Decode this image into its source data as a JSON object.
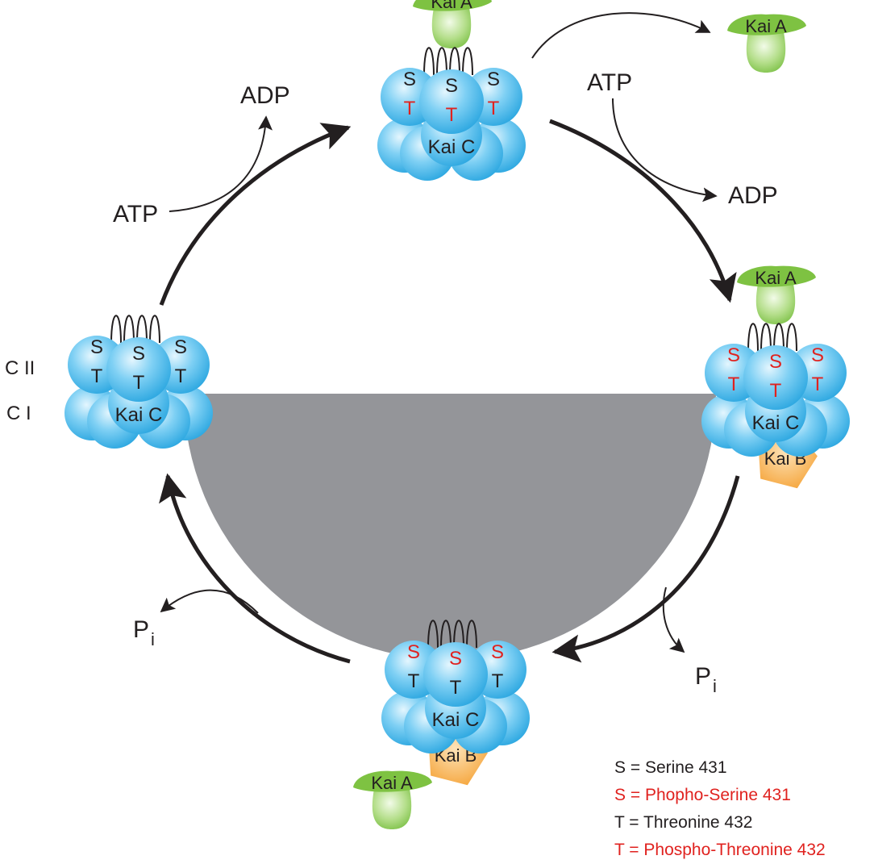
{
  "colors": {
    "black": "#231f20",
    "red": "#e0221f",
    "kaic_blue": "#29a9e1",
    "kaia_green": "#7ec242",
    "kaib_orange": "#f7a437",
    "night_grey": "#949599"
  },
  "domain_labels": {
    "cii": "C II",
    "ci": "C I"
  },
  "cycle": {
    "top": {
      "kaia": "Kai A",
      "kaic": "Kai C",
      "residues": [
        {
          "s": "S",
          "t": "T",
          "s_state": "unphosphorylated",
          "t_state": "phosphorylated"
        },
        {
          "s": "S",
          "t": "T",
          "s_state": "unphosphorylated",
          "t_state": "phosphorylated"
        },
        {
          "s": "S",
          "t": "T",
          "s_state": "unphosphorylated",
          "t_state": "phosphorylated"
        }
      ]
    },
    "right": {
      "kaia": "Kai A",
      "kaic": "Kai C",
      "kaib": "Kai B",
      "residues": [
        {
          "s": "S",
          "t": "T",
          "s_state": "phosphorylated",
          "t_state": "phosphorylated"
        },
        {
          "s": "S",
          "t": "T",
          "s_state": "phosphorylated",
          "t_state": "phosphorylated"
        },
        {
          "s": "S",
          "t": "T",
          "s_state": "phosphorylated",
          "t_state": "phosphorylated"
        }
      ]
    },
    "bottom": {
      "kaic": "Kai C",
      "kaib": "Kai B",
      "residues": [
        {
          "s": "S",
          "t": "T",
          "s_state": "phosphorylated",
          "t_state": "unphosphorylated"
        },
        {
          "s": "S",
          "t": "T",
          "s_state": "phosphorylated",
          "t_state": "unphosphorylated"
        },
        {
          "s": "S",
          "t": "T",
          "s_state": "phosphorylated",
          "t_state": "unphosphorylated"
        }
      ]
    },
    "left": {
      "kaic": "Kai C",
      "residues": [
        {
          "s": "S",
          "t": "T",
          "s_state": "unphosphorylated",
          "t_state": "unphosphorylated"
        },
        {
          "s": "S",
          "t": "T",
          "s_state": "unphosphorylated",
          "t_state": "unphosphorylated"
        },
        {
          "s": "S",
          "t": "T",
          "s_state": "unphosphorylated",
          "t_state": "unphosphorylated"
        }
      ]
    }
  },
  "free_kaia": {
    "top_right": "Kai A",
    "bottom_left": "Kai A"
  },
  "reactions": {
    "top_left_in": "ATP",
    "top_left_out": "ADP",
    "top_right_in": "ATP",
    "top_right_out": "ADP",
    "right_release": {
      "main": "P",
      "sub": "i"
    },
    "left_release": {
      "main": "P",
      "sub": "i"
    }
  },
  "legend": [
    {
      "text": "S = Serine 431",
      "color": "black"
    },
    {
      "text": "S = Phopho-Serine 431",
      "color": "red"
    },
    {
      "text": "T = Threonine 432",
      "color": "black"
    },
    {
      "text": "T = Phospho-Threonine 432",
      "color": "red"
    }
  ]
}
